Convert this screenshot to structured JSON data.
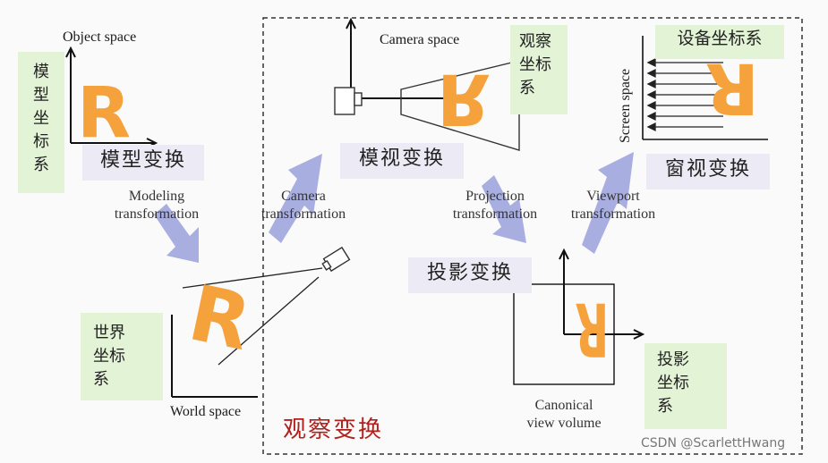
{
  "labels": {
    "object_space": "Object space",
    "camera_space": "Camera space",
    "screen_space": "Screen space",
    "world_space": "World space",
    "canonical_line1": "Canonical",
    "canonical_line2": "view volume",
    "modeling_line1": "Modeling",
    "modeling_line2": "transformation",
    "camera_tr_line1": "Camera",
    "camera_tr_line2": "transformation",
    "projection_line1": "Projection",
    "projection_line2": "transformation",
    "viewport_line1": "Viewport",
    "viewport_line2": "transformation"
  },
  "cn_boxes": {
    "model_coords": "模\n型\n坐\n标\n系",
    "model_transform": "模型变换",
    "world_coords": "世界\n坐标\n系",
    "view_transform_box": "模视变换",
    "camera_coords": "观察\n坐标\n系",
    "device_coords": "设备坐标系",
    "window_transform": "窗视变换",
    "projection_transform": "投影变换",
    "projection_coords": "投影\n坐标\n系"
  },
  "view_transform_label": "观察变换",
  "glyph": "R",
  "watermark": "CSDN @ScarlettHwang",
  "colors": {
    "orange": "#f5a23c",
    "arrow": "#a9aee0",
    "green_bg": "#e3f3d6",
    "lavender_bg": "#eceaf4",
    "red": "#b0201c"
  }
}
